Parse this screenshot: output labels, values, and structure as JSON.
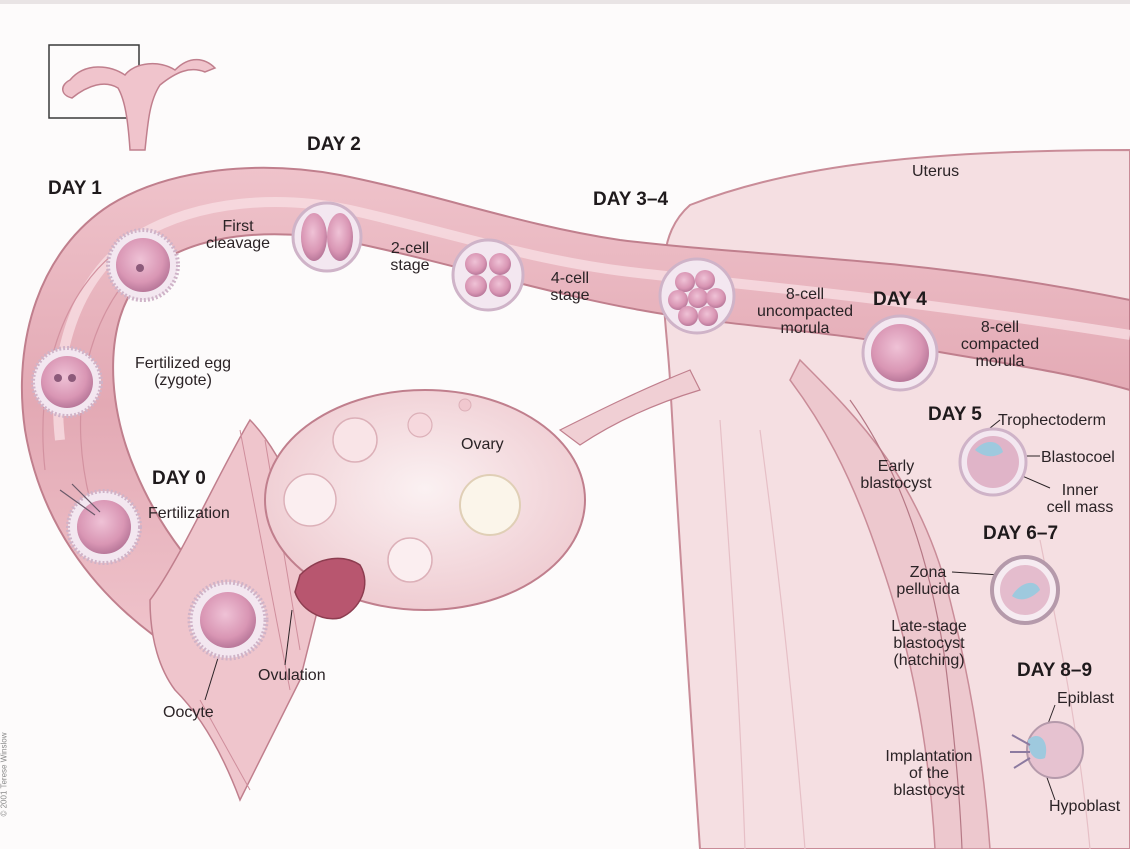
{
  "days": {
    "day0": "DAY 0",
    "day1": "DAY 1",
    "day2": "DAY 2",
    "day34": "DAY 3–4",
    "day4": "DAY 4",
    "day5": "DAY 5",
    "day67": "DAY 6–7",
    "day89": "DAY 8–9"
  },
  "labels": {
    "uterus": "Uterus",
    "ovary": "Ovary",
    "first_cleavage": [
      "First",
      "cleavage"
    ],
    "two_cell": [
      "2-cell",
      "stage"
    ],
    "four_cell": [
      "4-cell",
      "stage"
    ],
    "eight_uncompacted": [
      "8-cell",
      "uncompacted",
      "morula"
    ],
    "eight_compacted": [
      "8-cell",
      "compacted",
      "morula"
    ],
    "zygote": [
      "Fertilized egg",
      "(zygote)"
    ],
    "fertilization": "Fertilization",
    "ovulation": "Ovulation",
    "oocyte": "Oocyte",
    "early_blastocyst": [
      "Early",
      "blastocyst"
    ],
    "trophectoderm": "Trophectoderm",
    "blastocoel": "Blastocoel",
    "inner_cell_mass": [
      "Inner",
      "cell mass"
    ],
    "zona_pellucida": [
      "Zona",
      "pellucida"
    ],
    "late_stage": [
      "Late-stage",
      "blastocyst",
      "(hatching)"
    ],
    "epiblast": "Epiblast",
    "hypoblast": "Hypoblast",
    "implantation": [
      "Implantation",
      "of the",
      "blastocyst"
    ]
  },
  "credit": "© 2001 Terese Winslow",
  "colors": {
    "tissue": "#f3d3d8",
    "tube": "#e9b3bd",
    "tube_light": "#f6d9de",
    "uterus": "#f5dde1",
    "cell": "#dfa2bb",
    "cell_rim": "#f3e9f1",
    "outline": "#b97b8a"
  }
}
